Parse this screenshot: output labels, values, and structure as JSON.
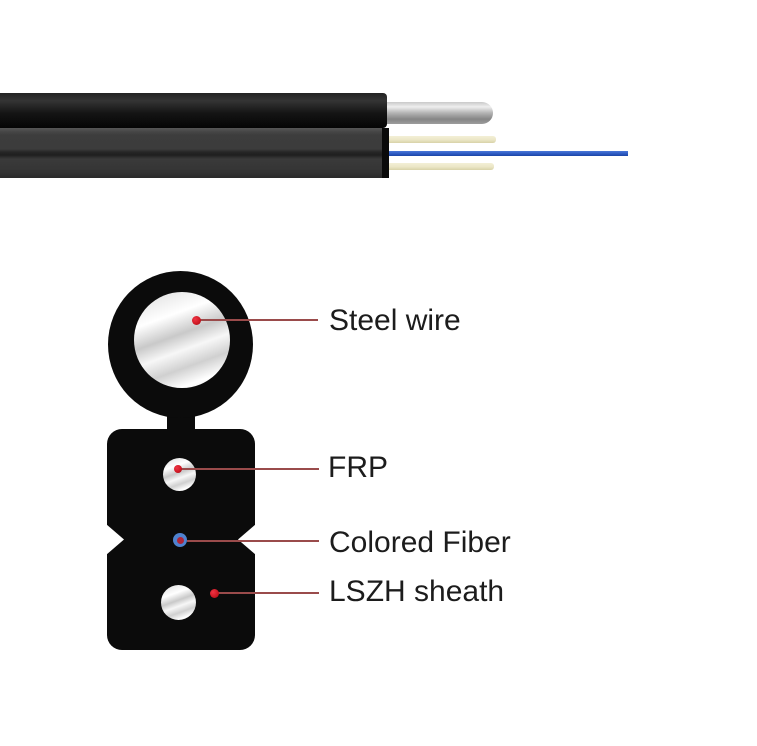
{
  "annotations": [
    {
      "id": "steel-wire",
      "label": "Steel wire"
    },
    {
      "id": "frp",
      "label": "FRP"
    },
    {
      "id": "colored-fiber",
      "label": "Colored Fiber"
    },
    {
      "id": "lszh-sheath",
      "label": "LSZH sheath"
    }
  ],
  "colors": {
    "background": "#ffffff",
    "sheath_black": "#0b0b0b",
    "steel_wire_silver": "#b9b9b9",
    "frp_cream": "#ebe6c6",
    "fiber_blue": "#2a58c0",
    "fiber_ring_blue": "#4f82cf",
    "fiber_core_red": "#b02438",
    "leader_line_red": "#9a4b4b",
    "marker_dot_red": "#cc1722"
  }
}
